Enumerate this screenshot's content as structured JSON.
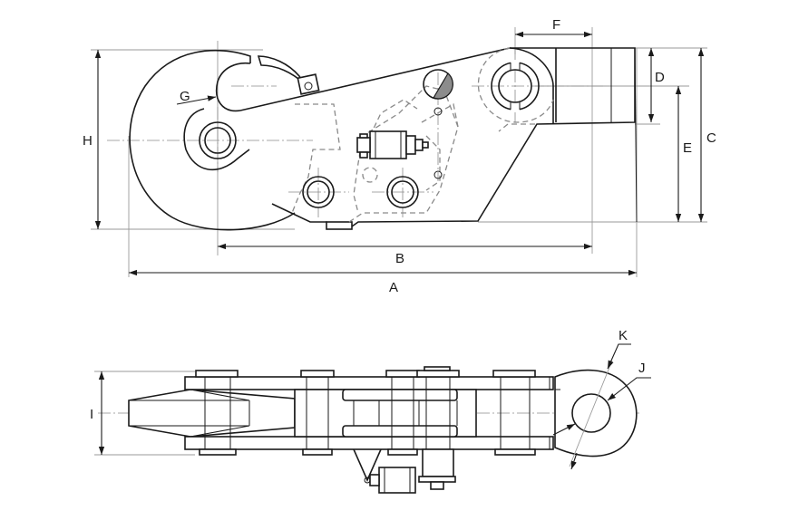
{
  "labels": {
    "A": "A",
    "B": "B",
    "C": "C",
    "D": "D",
    "E": "E",
    "F": "F",
    "G": "G",
    "H": "H",
    "I": "I",
    "J": "J",
    "K": "K"
  },
  "colors": {
    "line": "#1a1a1a",
    "hidden_line": "#8a8a8a",
    "shaded_pin": "#8c8c8c"
  }
}
